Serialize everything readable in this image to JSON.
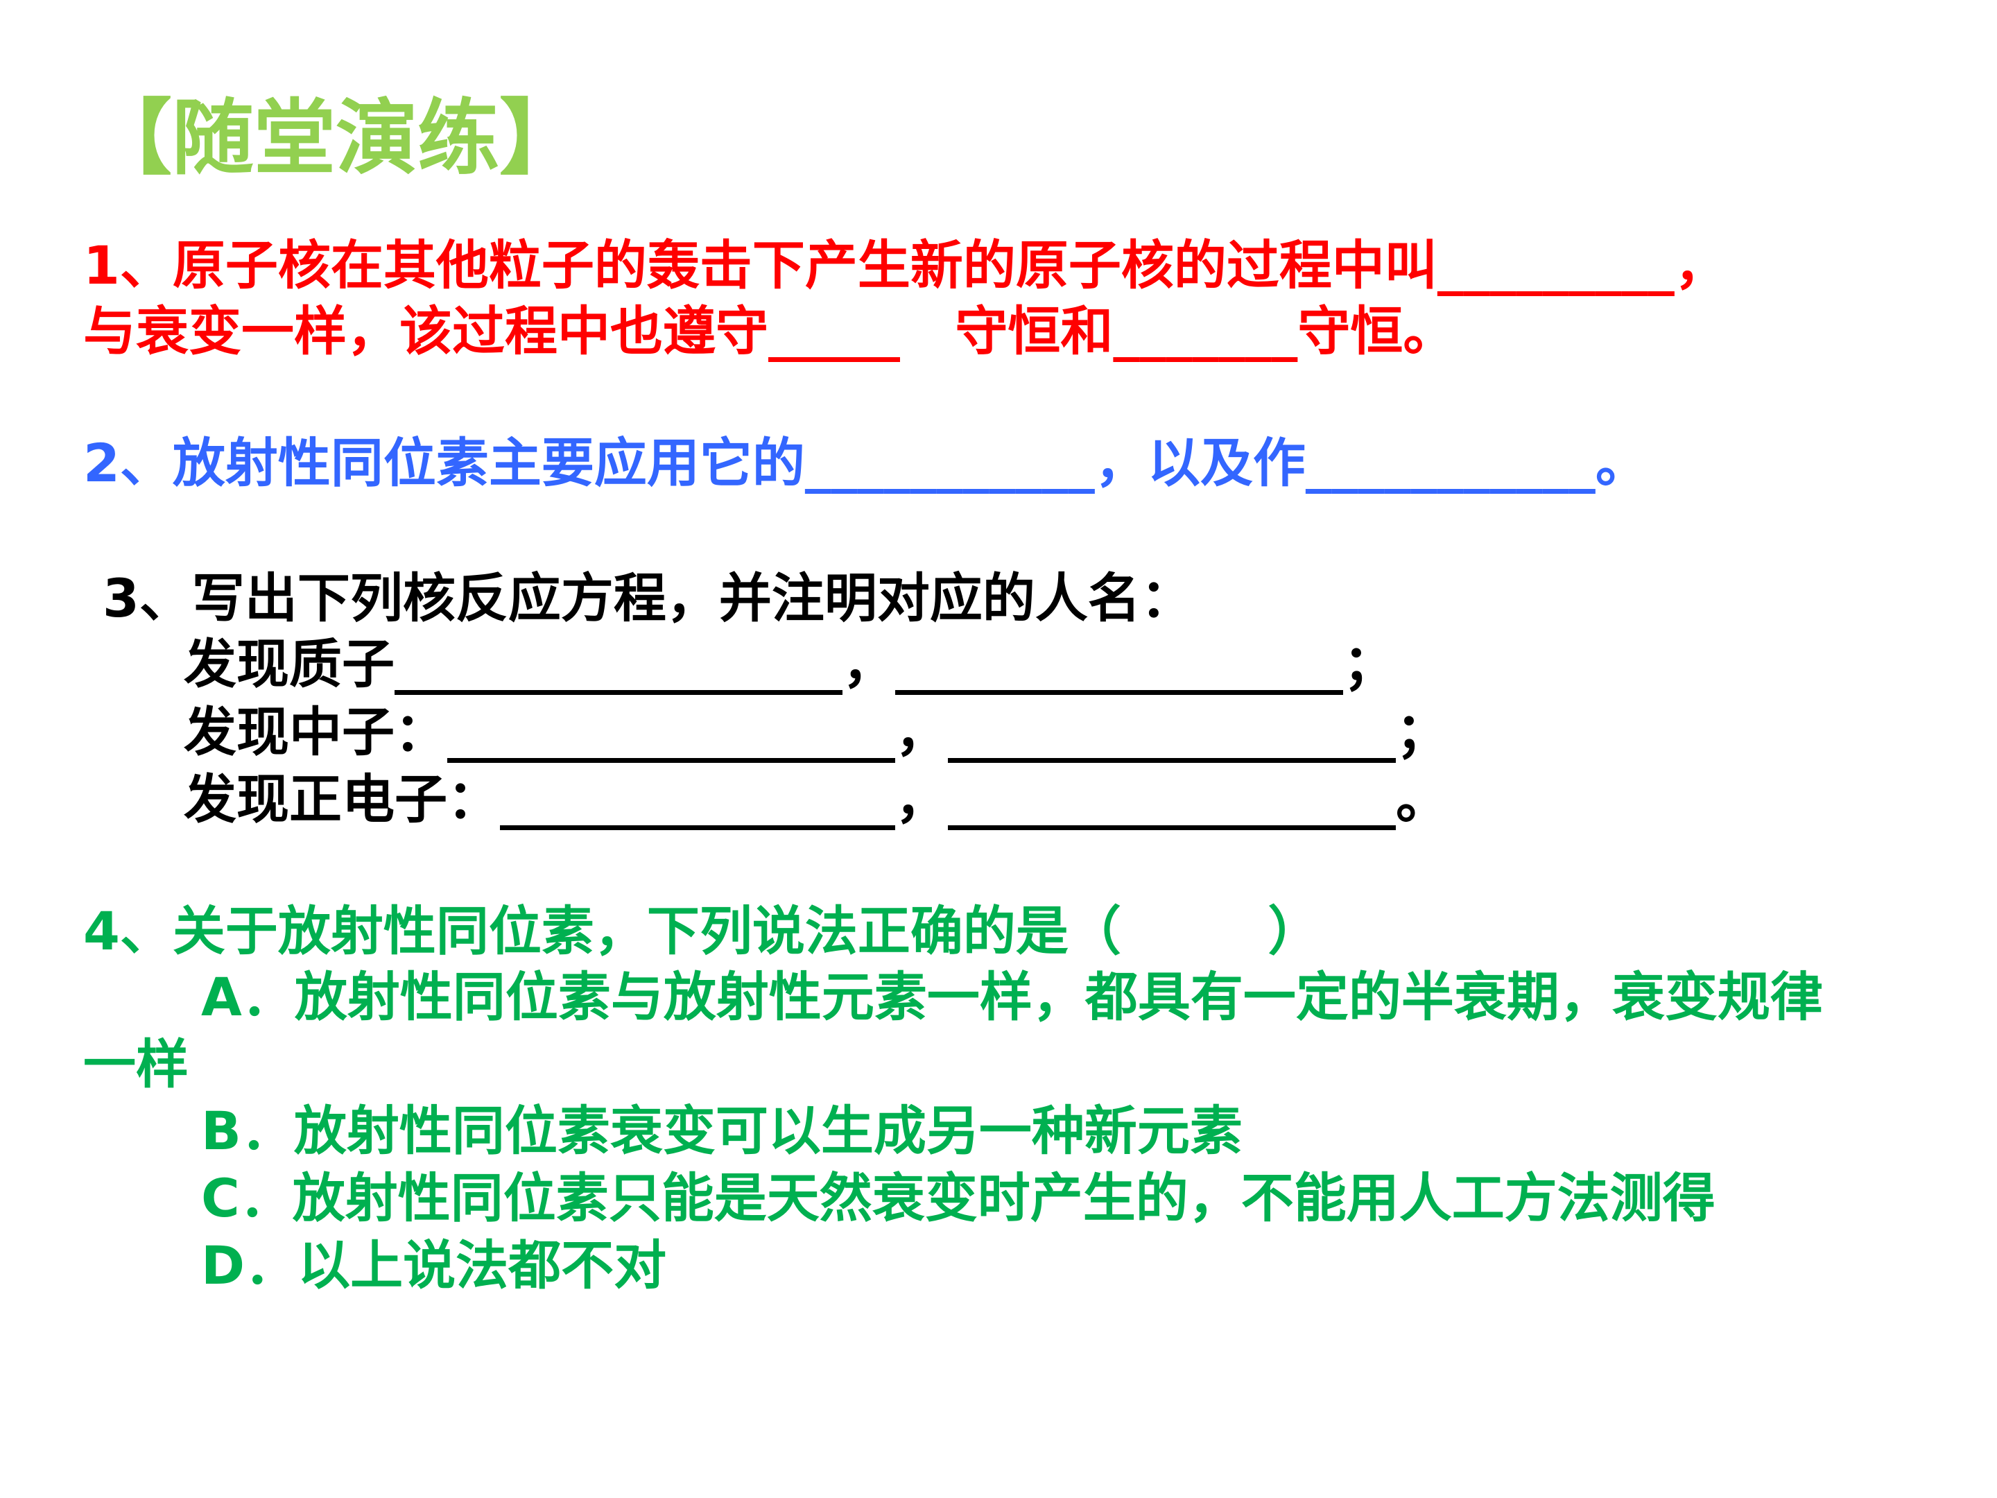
{
  "title": "【随堂演练】",
  "q1": {
    "line1": "1、原子核在其他粒子的轰击下产生新的原子核的过程中叫_________，",
    "line2": "与衰变一样，该过程中也遵守_____   守恒和_______守恒。"
  },
  "q2": {
    "line1": "2、放射性同位素主要应用它的___________，以及作___________。"
  },
  "q3": {
    "stem": "3、写出下列核反应方程，并注明对应的人名：",
    "proton": "发现质子_________________，_________________；",
    "neutron": "发现中子：_________________，_________________；",
    "positron": "发现正电子：_______________，_________________。"
  },
  "q4": {
    "stem": "4、关于放射性同位素，下列说法正确的是（        ）",
    "option_a_line1": "A．放射性同位素与放射性元素一样，都具有一定的半衰期，衰变规律",
    "option_a_line2": "一样",
    "option_b": "B．放射性同位素衰变可以生成另一种新元素",
    "option_c": "C．放射性同位素只能是天然衰变时产生的，不能用人工方法测得",
    "option_d": "D．以上说法都不对"
  }
}
